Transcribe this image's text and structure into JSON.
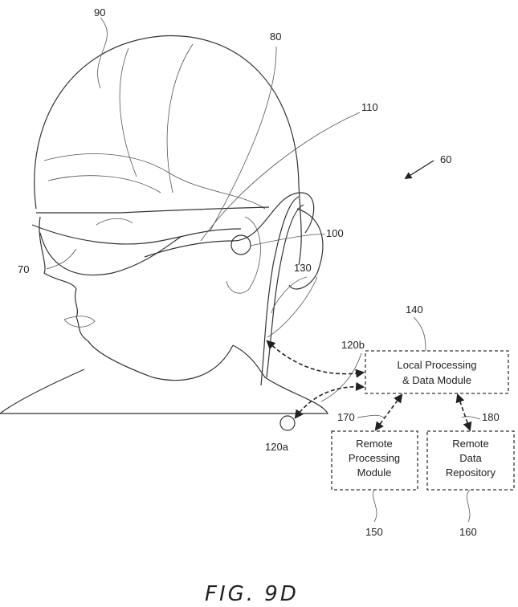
{
  "figure": {
    "title": "FIG. 9D"
  },
  "refs": {
    "head": "90",
    "sensor": "80",
    "speaker": "110",
    "system": "60",
    "display": "70",
    "ear_piece": "100",
    "cable": "130",
    "local_module": "140",
    "link_b": "120b",
    "link_a": "120a",
    "link_remote_proc": "170",
    "link_remote_data": "180",
    "remote_proc": "150",
    "remote_data": "160"
  },
  "boxes": {
    "local": {
      "line1": "Local Processing",
      "line2": "& Data Module"
    },
    "remote_processing": {
      "line1": "Remote",
      "line2": "Processing",
      "line3": "Module"
    },
    "remote_data": {
      "line1": "Remote",
      "line2": "Data",
      "line3": "Repository"
    }
  }
}
